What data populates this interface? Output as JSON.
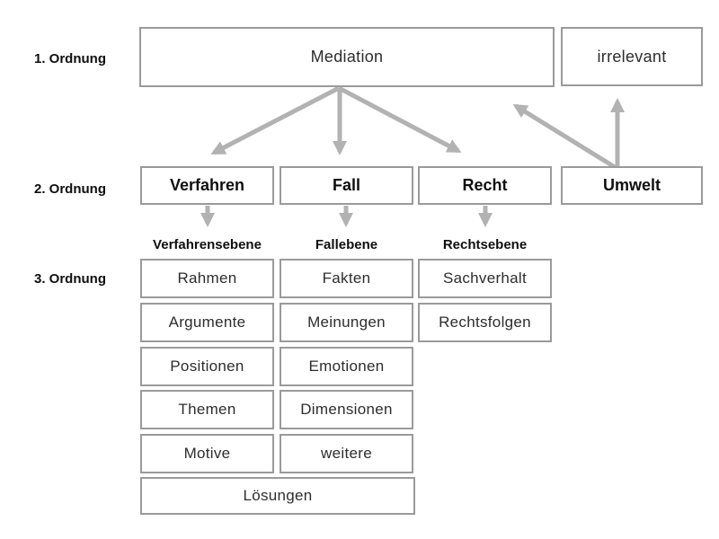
{
  "colors": {
    "background": "#ffffff",
    "box_border": "#9a9a9a",
    "arrow": "#b2b2b2",
    "text": "#2d2d2d",
    "bold_text": "#0f0f0f"
  },
  "order_labels": {
    "first": "1. Ordnung",
    "second": "2. Ordnung",
    "third": "3. Ordnung"
  },
  "level1": {
    "mediation": "Mediation",
    "irrelevant": "irrelevant"
  },
  "level2": {
    "verfahren": "Verfahren",
    "fall": "Fall",
    "recht": "Recht",
    "umwelt": "Umwelt"
  },
  "level3": {
    "headers": {
      "verfahren": "Verfahrensebene",
      "fall": "Fallebene",
      "recht": "Rechtsebene"
    },
    "verfahren_items": [
      "Rahmen",
      "Argumente",
      "Positionen",
      "Themen",
      "Motive"
    ],
    "fall_items": [
      "Fakten",
      "Meinungen",
      "Emotionen",
      "Dimensionen",
      "weitere"
    ],
    "recht_items": [
      "Sachverhalt",
      "Rechtsfolgen"
    ],
    "loesungen": "Lösungen"
  },
  "arrows": [
    {
      "from": "Mediation",
      "to": "Verfahren"
    },
    {
      "from": "Mediation",
      "to": "Fall"
    },
    {
      "from": "Mediation",
      "to": "Recht"
    },
    {
      "from": "Umwelt",
      "to": "Mediation"
    },
    {
      "from": "Umwelt",
      "to": "irrelevant"
    },
    {
      "from": "Verfahren",
      "to": "Verfahrensebene"
    },
    {
      "from": "Fall",
      "to": "Fallebene"
    },
    {
      "from": "Recht",
      "to": "Rechtsebene"
    }
  ]
}
